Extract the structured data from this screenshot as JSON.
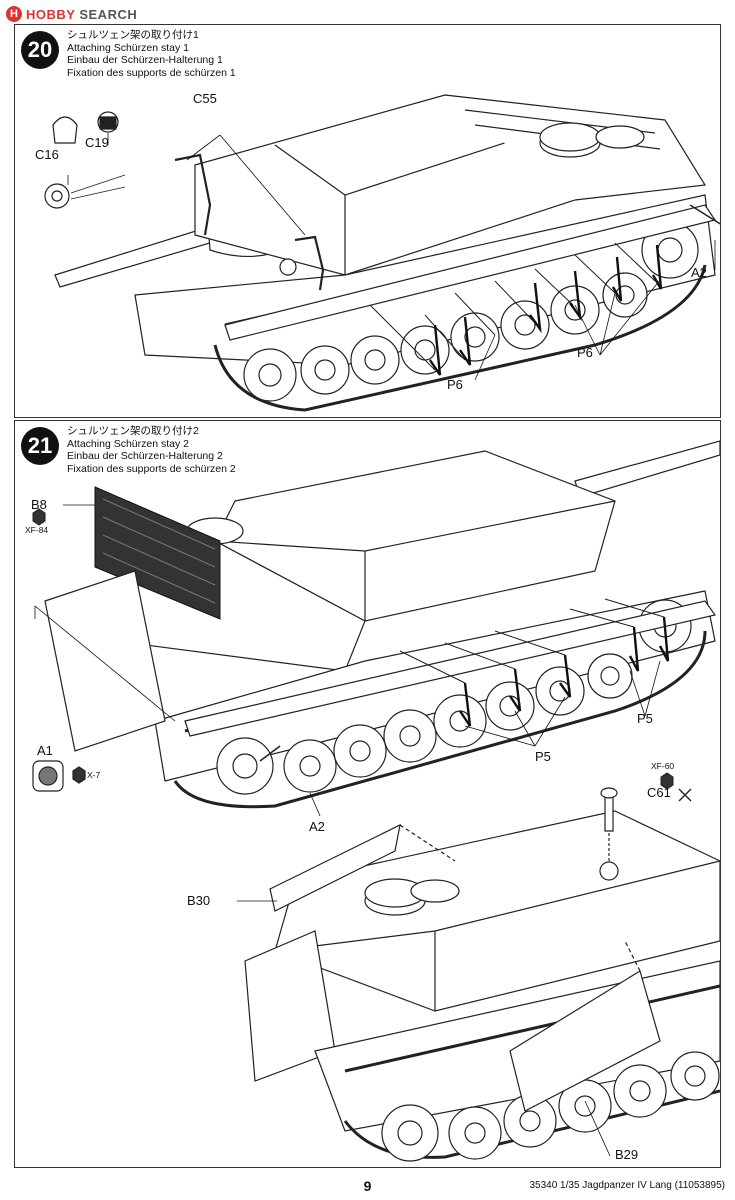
{
  "watermark": {
    "logo_letter": "H",
    "brand": "HOBBY SEARCH",
    "brand_part1": "HOBBY",
    "brand_part2": "SEARCH"
  },
  "step20": {
    "number": "20",
    "title_ja": "シュルツェン架の取り付け1",
    "title_en": "Attaching Schürzen stay 1",
    "title_de": "Einbau der Schürzen-Halterung 1",
    "title_fr": "Fixation des supports de schürzen 1",
    "labels": {
      "c55": "C55",
      "c19": "C19",
      "c16": "C16",
      "a2": "A2",
      "p6_left": "P6",
      "p6_right": "P6"
    }
  },
  "step21": {
    "number": "21",
    "title_ja": "シュルツェン架の取り付け2",
    "title_en": "Attaching Schürzen stay 2",
    "title_de": "Einbau der Schürzen-Halterung 2",
    "title_fr": "Fixation des supports de schürzen 2",
    "labels": {
      "b8": "B8",
      "xf84": "XF-84",
      "a1": "A1",
      "x7": "X-7",
      "a2": "A2",
      "p5_right": "P5",
      "p5_mid": "P5",
      "xf60": "XF-60",
      "c61": "C61",
      "b30": "B30",
      "b29": "B29"
    }
  },
  "footer": {
    "page_number": "9",
    "product_code": "35340 1/35 Jagdpanzer IV Lang (11053895)"
  },
  "colors": {
    "ink": "#111111",
    "paint_dark": "#333333",
    "watermark_red": "#d33333"
  }
}
